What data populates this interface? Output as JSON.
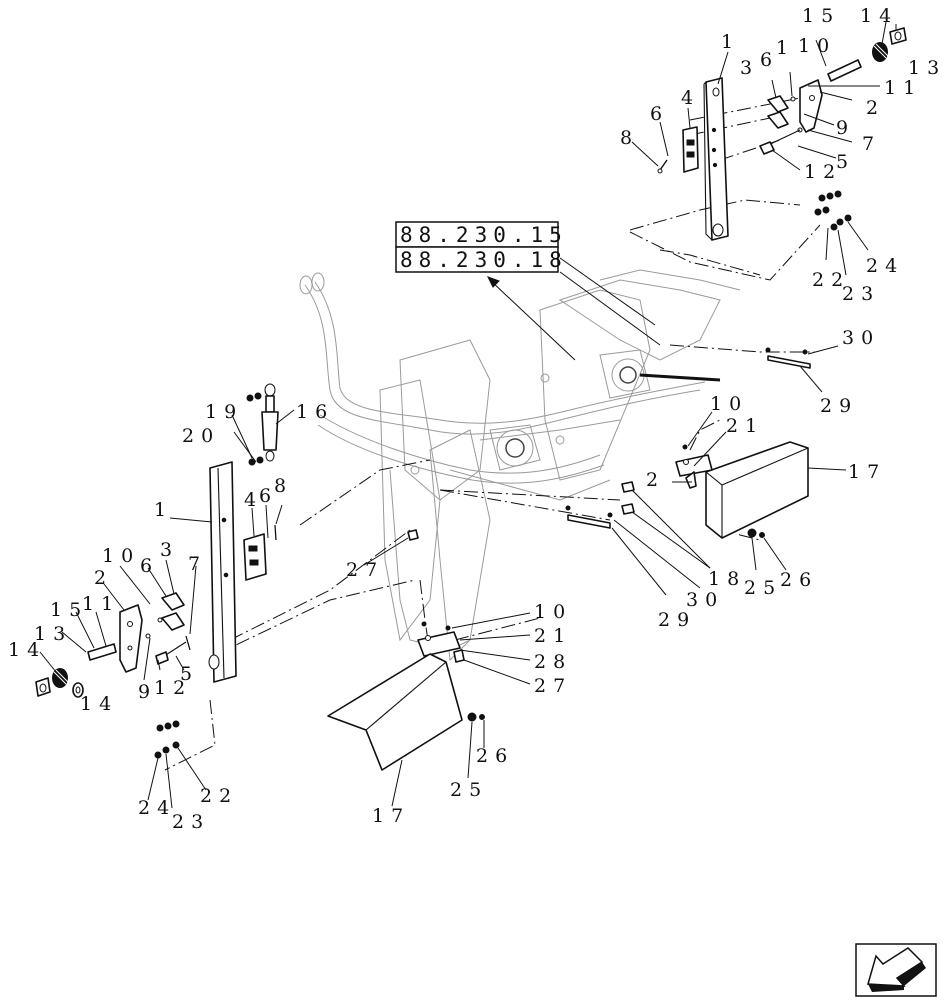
{
  "diagram": {
    "reference_boxes": [
      "88.230.15",
      "88.230.18"
    ],
    "callouts": {
      "tr_1": "1",
      "tr_15": "15",
      "tr_14": "14",
      "tr_10": "10",
      "tr_13": "13",
      "tr_3": "3",
      "tr_6a": "6",
      "tr_11": "11",
      "tr_4": "4",
      "tr_2": "2",
      "tr_6b": "6",
      "tr_9": "9",
      "tr_8": "8",
      "tr_7": "7",
      "tr_12": "12",
      "tr_5": "5",
      "tr_24": "24",
      "tr_22": "22",
      "tr_23": "23",
      "r_30": "30",
      "r_29": "29",
      "r_10": "10",
      "r_21": "21",
      "r_17": "17",
      "r_2": "2",
      "r_18": "18",
      "r_25": "25",
      "r_26": "26",
      "c_30": "30",
      "c_29": "29",
      "c_27a": "27",
      "l_19": "19",
      "l_16": "16",
      "l_20": "20",
      "l_1": "1",
      "l_4": "4",
      "l_6": "6",
      "l_8": "8",
      "l_10": "10",
      "l_6b": "6",
      "l_3": "3",
      "l_7": "7",
      "l_2": "2",
      "l_15": "15",
      "l_11": "11",
      "l_13": "13",
      "l_14a": "14",
      "l_9": "9",
      "l_12": "12",
      "l_5": "5",
      "l_14b": "14",
      "l_22": "22",
      "l_24": "24",
      "l_23": "23",
      "b_10": "10",
      "b_21": "21",
      "b_28": "28",
      "b_27": "27",
      "b_26": "26",
      "b_25": "25",
      "b_17": "17"
    },
    "nav_icon": "arrow-down-left-icon"
  }
}
